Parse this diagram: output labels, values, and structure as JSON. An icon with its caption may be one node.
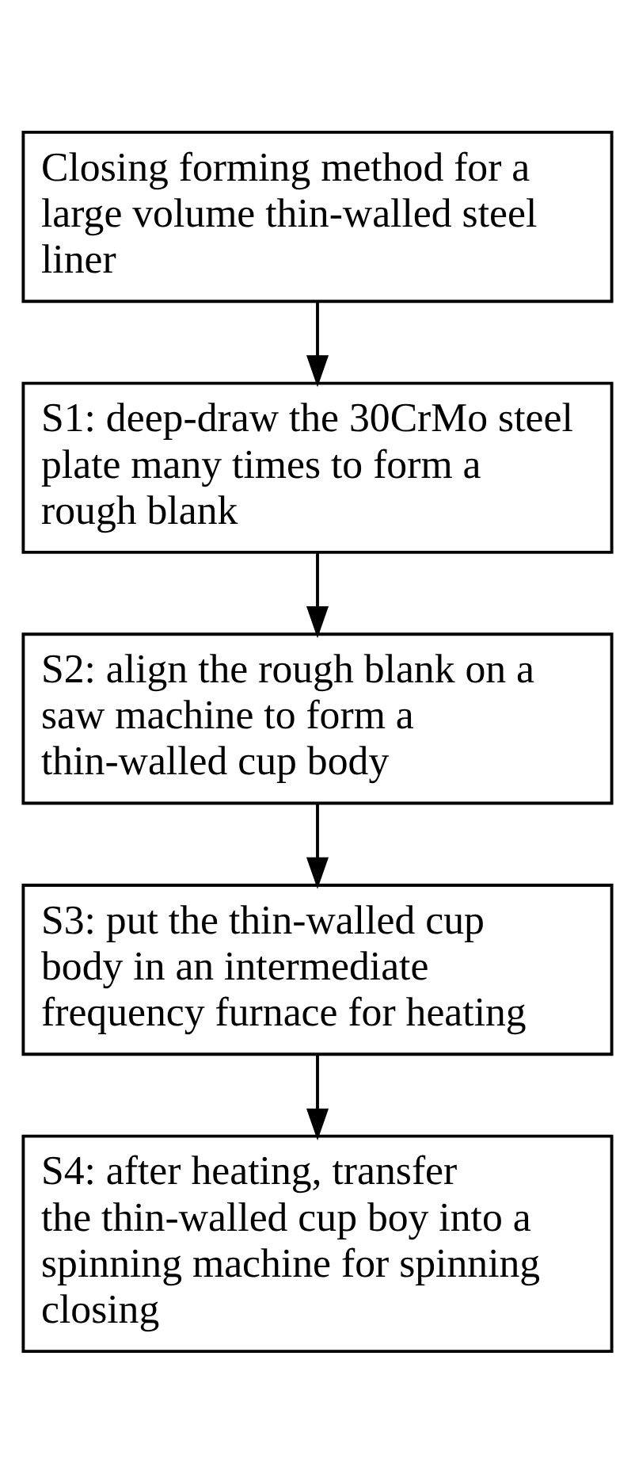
{
  "diagram": {
    "nodes": [
      {
        "text": [
          "Closing forming method for a large volume thin-walled steel liner"
        ]
      },
      {
        "text": [
          "S1: deep-draw the 30CrMo steel plate many times to form a rough blank"
        ]
      },
      {
        "text": [
          "S2: align the rough blank on a saw machine to form a thin-walled cup body"
        ]
      },
      {
        "text": [
          "S3: put the thin-walled cup body in an intermediate frequency furnace for heating"
        ]
      },
      {
        "text": [
          "S4: after heating, transfer the thin-walled cup boy into a spinning machine for spinning closing"
        ]
      }
    ],
    "edges": [
      {
        "from": 0,
        "to": 1,
        "arrow": "to"
      },
      {
        "from": 1,
        "to": 2,
        "arrow": "to"
      },
      {
        "from": 2,
        "to": 3,
        "arrow": "to"
      },
      {
        "from": 3,
        "to": 4,
        "arrow": "to"
      }
    ]
  }
}
